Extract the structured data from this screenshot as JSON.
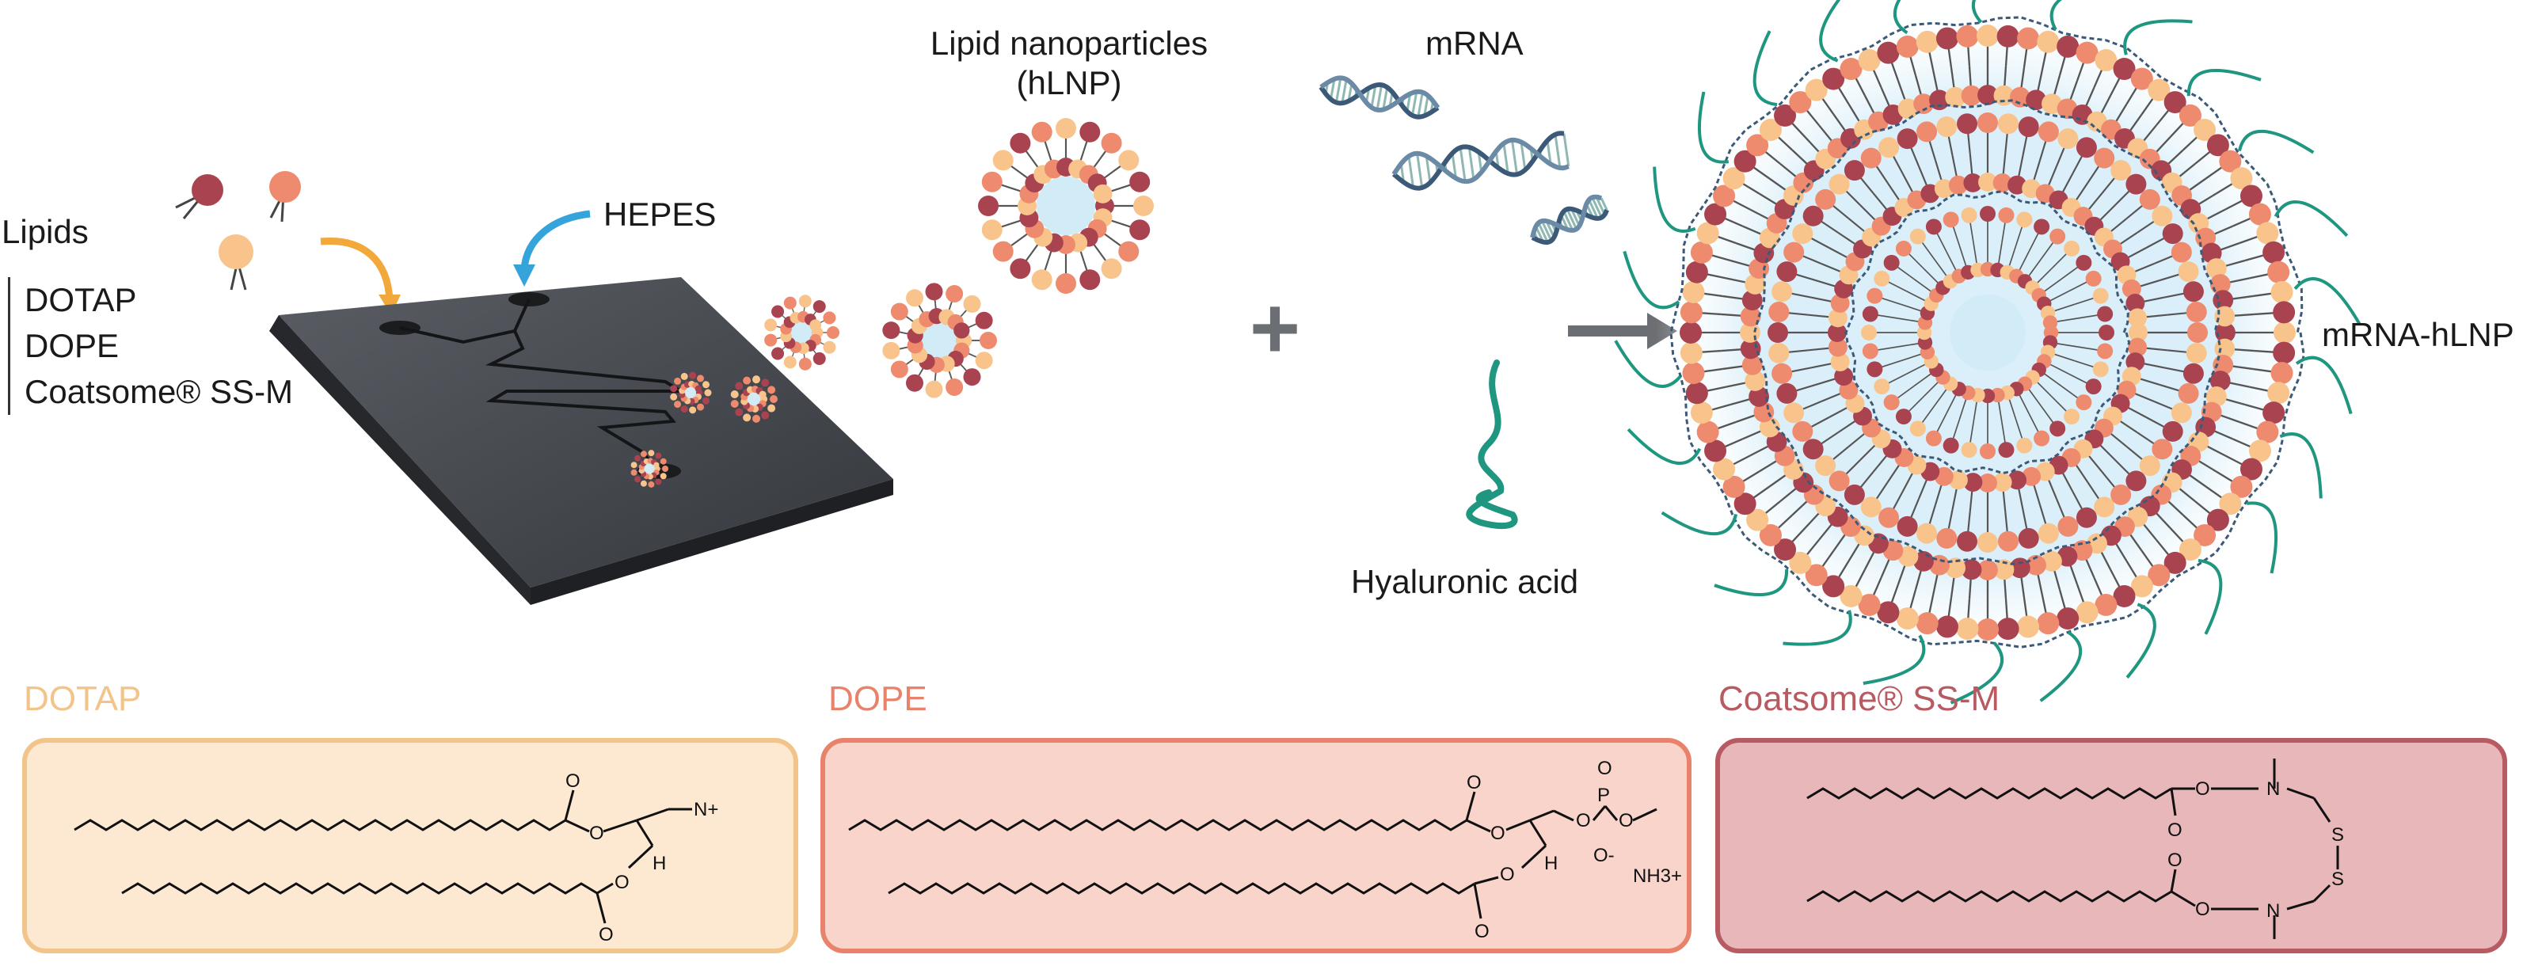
{
  "labels": {
    "lipids": "Lipids",
    "hepes": "HEPES",
    "hlnp_line1": "Lipid nanoparticles",
    "hlnp_line2": "(hLNP)",
    "mrna": "mRNA",
    "hyaluronic_acid": "Hyaluronic acid",
    "mrna_hlnp": "mRNA-hLNP",
    "plus": "+"
  },
  "lipid_list": [
    "DOTAP",
    "DOPE",
    "Coatsome® SS-M"
  ],
  "structures": [
    {
      "title": "DOTAP",
      "color": "#f2c48a",
      "fill": "#fde8d2",
      "atoms": [
        "O",
        "O",
        "O",
        "O",
        "H",
        "N+"
      ]
    },
    {
      "title": "DOPE",
      "color": "#e8826a",
      "fill": "#f9d4cb",
      "atoms": [
        "O",
        "O",
        "O",
        "O",
        "H",
        "O",
        "P",
        "O",
        "O",
        "O-",
        "NH3+"
      ]
    },
    {
      "title": "Coatsome® SS-M",
      "color": "#b85a62",
      "fill": "#e8b7b9",
      "atoms": [
        "O",
        "O",
        "N",
        "S",
        "S",
        "N",
        "O",
        "O"
      ]
    }
  ],
  "colors": {
    "lipid_dark": "#a9434f",
    "lipid_mid": "#ee8a6e",
    "lipid_light": "#f8c48c",
    "chip": "#3d4045",
    "arrow_lipids": "#f2a83a",
    "arrow_hepes": "#35a4da",
    "ha_green": "#1e9680",
    "mrna_blue": "#3c5a78",
    "glow": "#cfe9f5"
  }
}
